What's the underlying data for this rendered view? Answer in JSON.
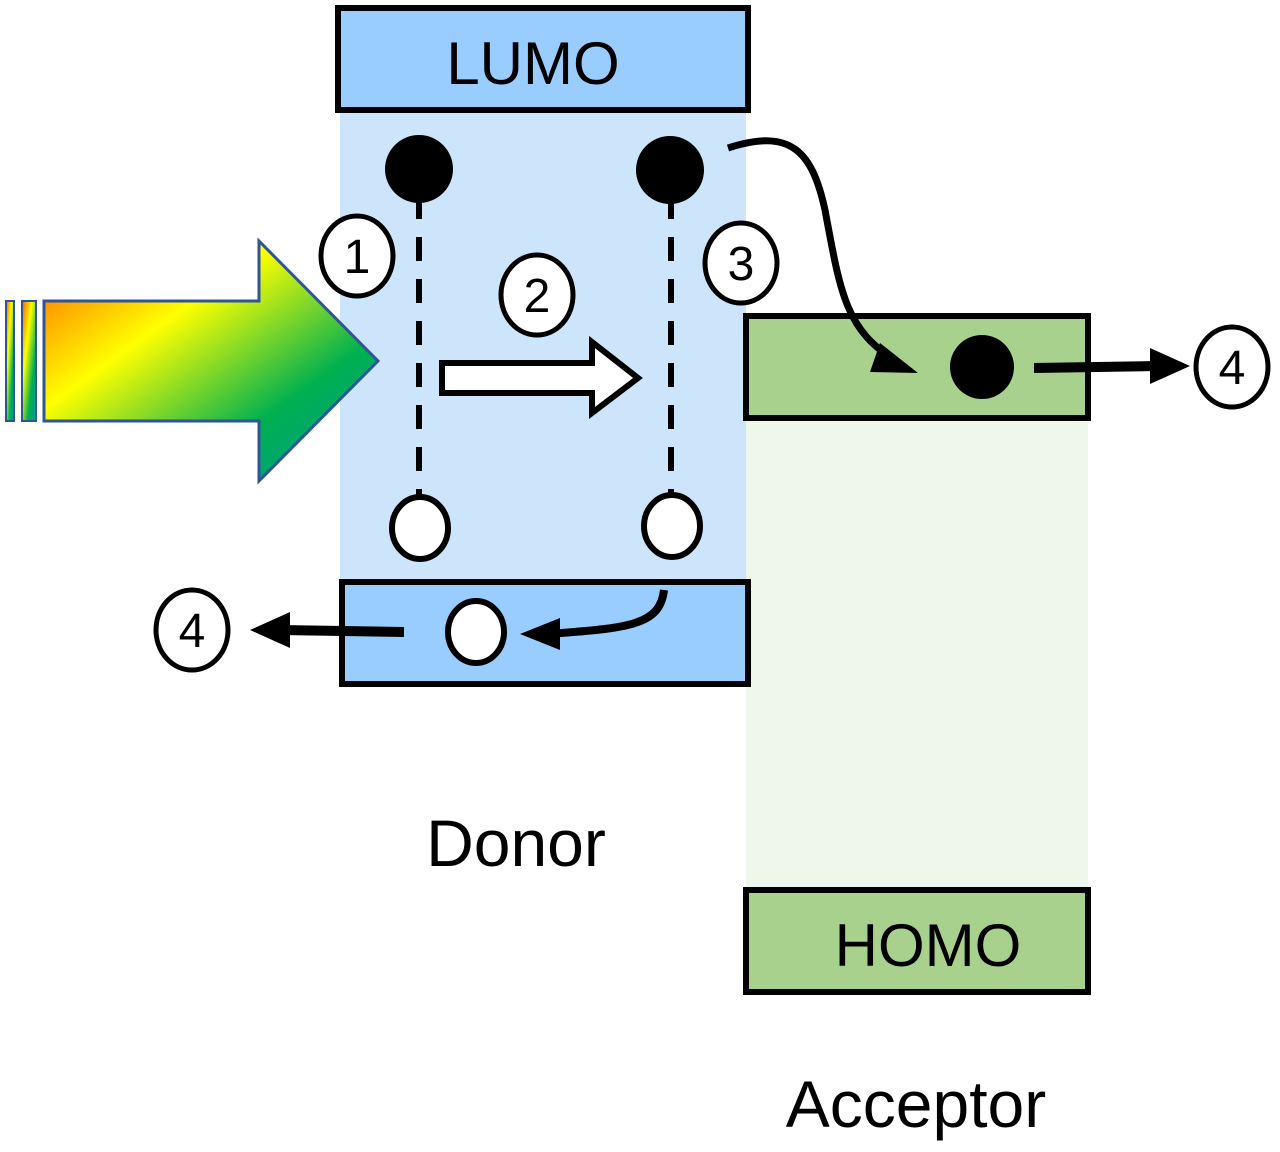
{
  "title": "Donor-Acceptor charge transfer energy diagram",
  "donor": {
    "label": "Donor",
    "lumo_label": "LUMO",
    "color_band": "#cce5fb",
    "color_level": "#99ccff"
  },
  "acceptor": {
    "label": "Acceptor",
    "homo_label": "HOMO",
    "color_band": "#eef7ea",
    "color_level": "#a9d18e"
  },
  "steps": {
    "s1": "1",
    "s2": "2",
    "s3": "3",
    "s4_electron": "4",
    "s4_hole": "4"
  },
  "light_arrow": {
    "gradient": [
      "#ff6600",
      "#ffff00",
      "#00b050",
      "#00a08a"
    ],
    "outline": "#2f5597"
  }
}
